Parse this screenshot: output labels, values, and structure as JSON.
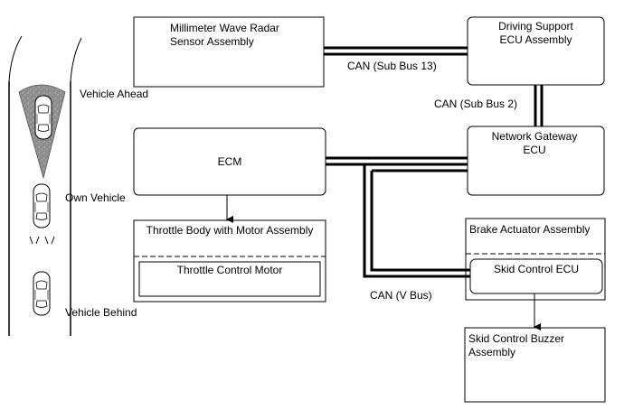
{
  "blocks": {
    "radar": {
      "line1": "Millimeter Wave Radar",
      "line2": "Sensor Assembly"
    },
    "driving_support": {
      "line1": "Driving Support",
      "line2": "ECU Assembly"
    },
    "gateway": {
      "line1": "Network Gateway",
      "line2": "ECU"
    },
    "ecm": {
      "label": "ECM"
    },
    "throttle_body": {
      "label": "Throttle Body with Motor Assembly"
    },
    "throttle_motor": {
      "label": "Throttle Control Motor"
    },
    "brake_actuator": {
      "label": "Brake Actuator Assembly"
    },
    "skid_ecu": {
      "label": "Skid Control ECU"
    },
    "buzzer": {
      "line1": "Skid Control Buzzer",
      "line2": "Assembly"
    }
  },
  "buses": {
    "sub13": "CAN (Sub Bus 13)",
    "sub2": "CAN (Sub Bus 2)",
    "v": "CAN (V Bus)"
  },
  "vehicles": {
    "ahead": "Vehicle Ahead",
    "own": "Own Vehicle",
    "behind": "Vehicle Behind"
  },
  "colors": {
    "radar_beam": "#8c8c8c",
    "line": "#000000"
  }
}
